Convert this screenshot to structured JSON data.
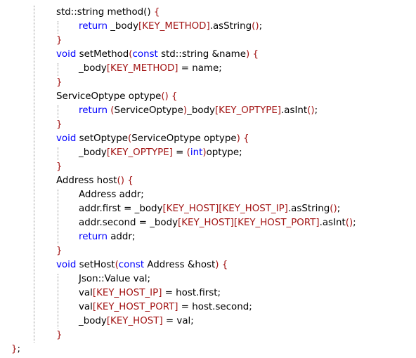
{
  "editor": {
    "theme_colors": {
      "keyword": "#0000ff",
      "bracket_and_key": "#a31515",
      "plain": "#000000",
      "background": "#ffffff",
      "indent_guide": "#9a9a9a"
    },
    "lines": [
      {
        "indent": 2,
        "tokens": [
          {
            "c": "pl",
            "t": "std::string method() "
          },
          {
            "c": "br",
            "t": "{"
          }
        ]
      },
      {
        "indent": 3,
        "tokens": [
          {
            "c": "kw",
            "t": "return"
          },
          {
            "c": "pl",
            "t": " _body"
          },
          {
            "c": "br",
            "t": "[KEY_METHOD]"
          },
          {
            "c": "pl",
            "t": ".asString"
          },
          {
            "c": "br",
            "t": "()"
          },
          {
            "c": "pl",
            "t": ";"
          }
        ]
      },
      {
        "indent": 2,
        "tokens": [
          {
            "c": "br",
            "t": "}"
          }
        ]
      },
      {
        "indent": 2,
        "tokens": [
          {
            "c": "kw",
            "t": "void"
          },
          {
            "c": "pl",
            "t": " setMethod"
          },
          {
            "c": "br",
            "t": "("
          },
          {
            "c": "kw",
            "t": "const"
          },
          {
            "c": "pl",
            "t": " std::string &name"
          },
          {
            "c": "br",
            "t": ")"
          },
          {
            "c": "pl",
            "t": " "
          },
          {
            "c": "br",
            "t": "{"
          }
        ]
      },
      {
        "indent": 3,
        "tokens": [
          {
            "c": "pl",
            "t": "_body"
          },
          {
            "c": "br",
            "t": "[KEY_METHOD]"
          },
          {
            "c": "pl",
            "t": " = name;"
          }
        ]
      },
      {
        "indent": 2,
        "tokens": [
          {
            "c": "br",
            "t": "}"
          }
        ]
      },
      {
        "indent": 2,
        "tokens": [
          {
            "c": "pl",
            "t": "ServiceOptype optype"
          },
          {
            "c": "br",
            "t": "()"
          },
          {
            "c": "pl",
            "t": " "
          },
          {
            "c": "br",
            "t": "{"
          }
        ]
      },
      {
        "indent": 3,
        "tokens": [
          {
            "c": "kw",
            "t": "return"
          },
          {
            "c": "pl",
            "t": " "
          },
          {
            "c": "br",
            "t": "("
          },
          {
            "c": "pl",
            "t": "ServiceOptype"
          },
          {
            "c": "br",
            "t": ")"
          },
          {
            "c": "pl",
            "t": "_body"
          },
          {
            "c": "br",
            "t": "[KEY_OPTYPE]"
          },
          {
            "c": "pl",
            "t": ".asInt"
          },
          {
            "c": "br",
            "t": "()"
          },
          {
            "c": "pl",
            "t": ";"
          }
        ]
      },
      {
        "indent": 2,
        "tokens": [
          {
            "c": "br",
            "t": "}"
          }
        ]
      },
      {
        "indent": 2,
        "tokens": [
          {
            "c": "kw",
            "t": "void"
          },
          {
            "c": "pl",
            "t": " setOptype"
          },
          {
            "c": "br",
            "t": "("
          },
          {
            "c": "pl",
            "t": "ServiceOptype optype"
          },
          {
            "c": "br",
            "t": ")"
          },
          {
            "c": "pl",
            "t": " "
          },
          {
            "c": "br",
            "t": "{"
          }
        ]
      },
      {
        "indent": 3,
        "tokens": [
          {
            "c": "pl",
            "t": "_body"
          },
          {
            "c": "br",
            "t": "[KEY_OPTYPE]"
          },
          {
            "c": "pl",
            "t": " = "
          },
          {
            "c": "br",
            "t": "("
          },
          {
            "c": "kw",
            "t": "int"
          },
          {
            "c": "br",
            "t": ")"
          },
          {
            "c": "pl",
            "t": "optype;"
          }
        ]
      },
      {
        "indent": 2,
        "tokens": [
          {
            "c": "br",
            "t": "}"
          }
        ]
      },
      {
        "indent": 2,
        "tokens": [
          {
            "c": "pl",
            "t": "Address host"
          },
          {
            "c": "br",
            "t": "()"
          },
          {
            "c": "pl",
            "t": " "
          },
          {
            "c": "br",
            "t": "{"
          }
        ]
      },
      {
        "indent": 3,
        "tokens": [
          {
            "c": "pl",
            "t": "Address addr;"
          }
        ]
      },
      {
        "indent": 3,
        "tokens": [
          {
            "c": "pl",
            "t": "addr.first = _body"
          },
          {
            "c": "br",
            "t": "[KEY_HOST][KEY_HOST_IP]"
          },
          {
            "c": "pl",
            "t": ".asString"
          },
          {
            "c": "br",
            "t": "()"
          },
          {
            "c": "pl",
            "t": ";"
          }
        ]
      },
      {
        "indent": 3,
        "tokens": [
          {
            "c": "pl",
            "t": "addr.second = _body"
          },
          {
            "c": "br",
            "t": "[KEY_HOST][KEY_HOST_PORT]"
          },
          {
            "c": "pl",
            "t": ".asInt"
          },
          {
            "c": "br",
            "t": "()"
          },
          {
            "c": "pl",
            "t": ";"
          }
        ]
      },
      {
        "indent": 3,
        "tokens": [
          {
            "c": "kw",
            "t": "return"
          },
          {
            "c": "pl",
            "t": " addr;"
          }
        ]
      },
      {
        "indent": 2,
        "tokens": [
          {
            "c": "br",
            "t": "}"
          }
        ]
      },
      {
        "indent": 2,
        "tokens": [
          {
            "c": "kw",
            "t": "void"
          },
          {
            "c": "pl",
            "t": " setHost"
          },
          {
            "c": "br",
            "t": "("
          },
          {
            "c": "kw",
            "t": "const"
          },
          {
            "c": "pl",
            "t": " Address &host"
          },
          {
            "c": "br",
            "t": ")"
          },
          {
            "c": "pl",
            "t": " "
          },
          {
            "c": "br",
            "t": "{"
          }
        ]
      },
      {
        "indent": 3,
        "tokens": [
          {
            "c": "pl",
            "t": "Json::Value val;"
          }
        ]
      },
      {
        "indent": 3,
        "tokens": [
          {
            "c": "pl",
            "t": "val"
          },
          {
            "c": "br",
            "t": "[KEY_HOST_IP]"
          },
          {
            "c": "pl",
            "t": " = host.first;"
          }
        ]
      },
      {
        "indent": 3,
        "tokens": [
          {
            "c": "pl",
            "t": "val"
          },
          {
            "c": "br",
            "t": "[KEY_HOST_PORT]"
          },
          {
            "c": "pl",
            "t": " = host.second;"
          }
        ]
      },
      {
        "indent": 3,
        "tokens": [
          {
            "c": "pl",
            "t": "_body"
          },
          {
            "c": "br",
            "t": "[KEY_HOST]"
          },
          {
            "c": "pl",
            "t": " = val;"
          }
        ]
      },
      {
        "indent": 2,
        "tokens": [
          {
            "c": "br",
            "t": "}"
          }
        ]
      },
      {
        "indent": 0,
        "tokens": [
          {
            "c": "br",
            "t": "}"
          },
          {
            "c": "pl",
            "t": ";"
          }
        ]
      }
    ]
  }
}
